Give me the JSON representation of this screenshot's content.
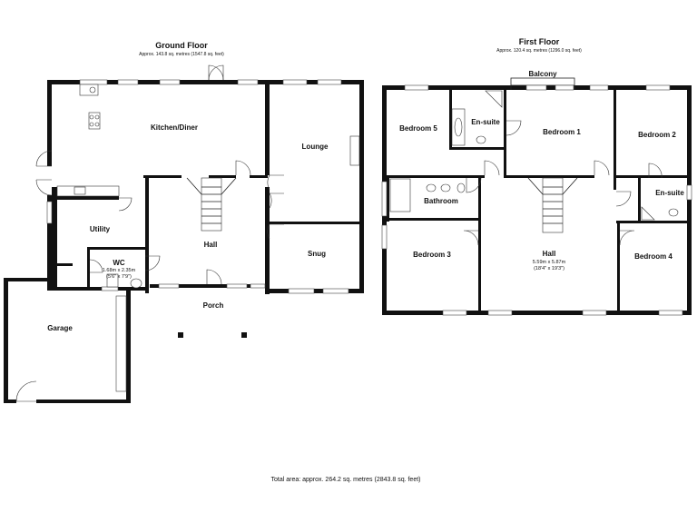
{
  "ground_floor": {
    "title": "Ground Floor",
    "area": "Approx. 143.8 sq. metres (1547.8 sq. feet)",
    "rooms": {
      "kitchen": "Kitchen/Diner",
      "lounge": "Lounge",
      "utility": "Utility",
      "hall": "Hall",
      "wc": "WC",
      "wc_dim_m": "1.68m x 2.35m",
      "wc_dim_ft": "(5'6\" x 7'9\")",
      "snug": "Snug",
      "porch": "Porch",
      "garage": "Garage"
    }
  },
  "first_floor": {
    "title": "First Floor",
    "area": "Approx. 120.4 sq. metres (1296.0 sq. feet)",
    "rooms": {
      "balcony": "Balcony",
      "bedroom5": "Bedroom 5",
      "ensuite1": "En-suite",
      "bedroom1": "Bedroom 1",
      "bedroom2": "Bedroom 2",
      "bathroom": "Bathroom",
      "ensuite2": "En-suite",
      "bedroom3": "Bedroom 3",
      "hall": "Hall",
      "hall_dim_m": "5.59m x 5.87m",
      "hall_dim_ft": "(18'4\" x 19'3\")",
      "bedroom4": "Bedroom 4"
    }
  },
  "total_area": "Total area: approx. 264.2 sq. metres (2843.8 sq. feet)"
}
